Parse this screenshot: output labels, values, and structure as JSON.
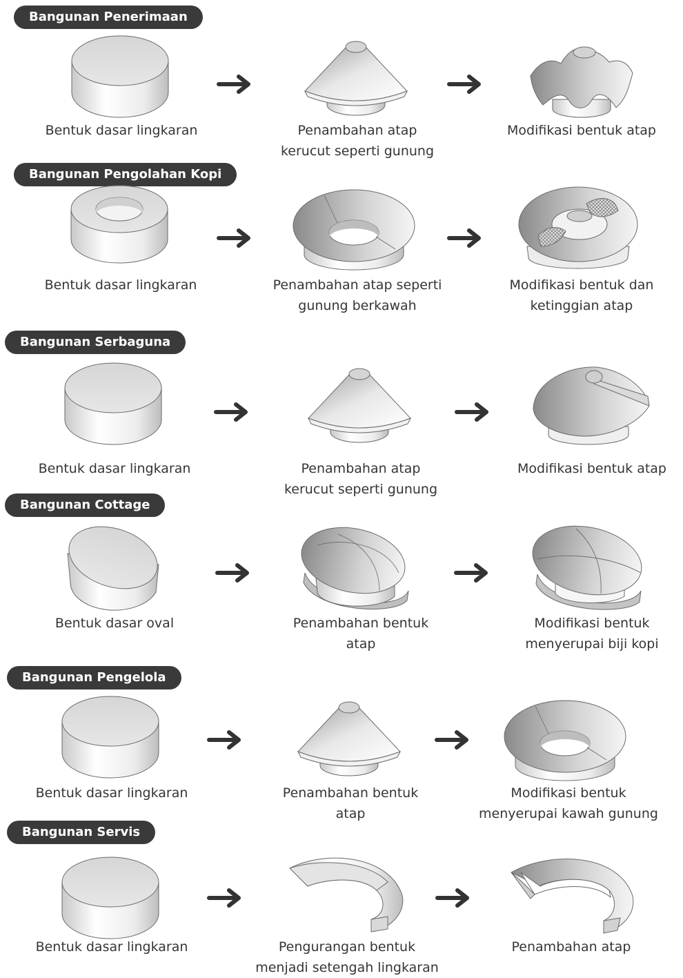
{
  "sections": [
    {
      "title": "Bangunan Penerimaan",
      "steps": [
        {
          "label": [
            "Bentuk dasar lingkaran"
          ],
          "icon": "cylinder-shape"
        },
        {
          "label": [
            "Penambahan atap",
            "kerucut seperti gunung"
          ],
          "icon": "cone-roof-shape"
        },
        {
          "label": [
            "Modifikasi bentuk atap"
          ],
          "icon": "wavy-roof-shape"
        }
      ]
    },
    {
      "title": "Bangunan Pengolahan Kopi",
      "steps": [
        {
          "label": [
            "Bentuk dasar lingkaran"
          ],
          "icon": "ring-cylinder-shape"
        },
        {
          "label": [
            "Penambahan atap seperti",
            "gunung berkawah"
          ],
          "icon": "crater-roof-shape"
        },
        {
          "label": [
            "Modifikasi bentuk dan",
            "ketinggian atap"
          ],
          "icon": "torus-roof-shape"
        }
      ]
    },
    {
      "title": "Bangunan Serbaguna",
      "steps": [
        {
          "label": [
            "Bentuk dasar lingkaran"
          ],
          "icon": "cylinder-shape"
        },
        {
          "label": [
            "Penambahan atap",
            "kerucut seperti gunung"
          ],
          "icon": "cone-roof-shape"
        },
        {
          "label": [
            "Modifikasi bentuk atap"
          ],
          "icon": "sloped-roof-shape"
        }
      ]
    },
    {
      "title": "Bangunan Cottage",
      "steps": [
        {
          "label": [
            "Bentuk dasar oval"
          ],
          "icon": "oval-cylinder-shape"
        },
        {
          "label": [
            "Penambahan bentuk",
            "atap"
          ],
          "icon": "oval-dome-shape"
        },
        {
          "label": [
            "Modifikasi bentuk",
            "menyerupai biji kopi"
          ],
          "icon": "coffee-bean-roof-shape"
        }
      ]
    },
    {
      "title": "Bangunan Pengelola",
      "steps": [
        {
          "label": [
            "Bentuk dasar lingkaran"
          ],
          "icon": "cylinder-shape"
        },
        {
          "label": [
            "Penambahan bentuk",
            "atap"
          ],
          "icon": "cone-roof-shape"
        },
        {
          "label": [
            "Modifikasi bentuk",
            "menyerupai kawah gunung"
          ],
          "icon": "crater-roof-shape"
        }
      ]
    },
    {
      "title": "Bangunan Servis",
      "steps": [
        {
          "label": [
            "Bentuk dasar lingkaran"
          ],
          "icon": "cylinder-shape"
        },
        {
          "label": [
            "Pengurangan bentuk",
            "menjadi setengah lingkaran"
          ],
          "icon": "half-ring-shape"
        },
        {
          "label": [
            "Penambahan atap"
          ],
          "icon": "half-ring-roof-shape"
        }
      ]
    }
  ],
  "arrow_icon": "right-arrow-icon"
}
